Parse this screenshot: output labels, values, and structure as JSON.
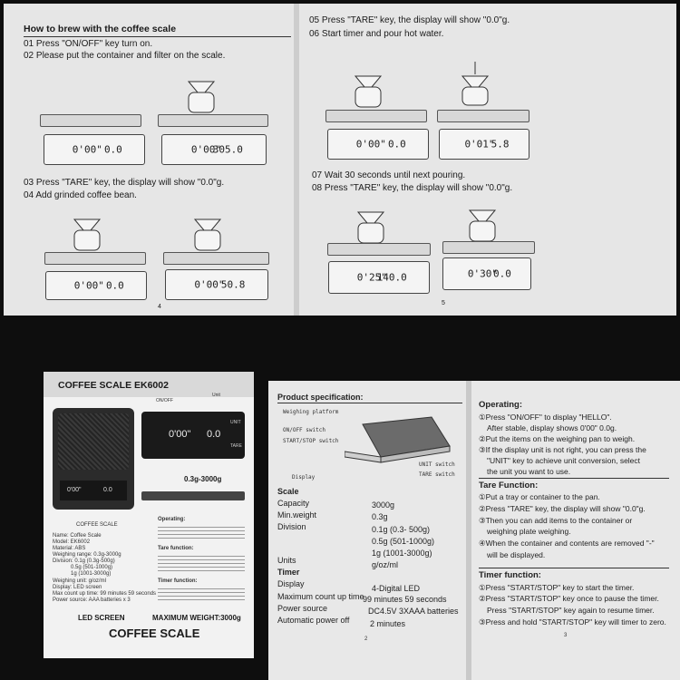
{
  "top_left_page": {
    "heading": "How to brew with the coffee scale",
    "steps": [
      "01 Press \"ON/OFF\" key turn on.",
      "02 Please put the container and filter on the scale.",
      "03 Press \"TARE\" key, the display will show \"0.0\"g.",
      "04 Add grinded coffee bean."
    ],
    "displays": [
      {
        "left": "0'00\"",
        "right": "0.0"
      },
      {
        "left": "0'00\"",
        "right": "305.0"
      },
      {
        "left": "0'00\"",
        "right": "0.0"
      },
      {
        "left": "0'00\"",
        "right": "50.8"
      }
    ],
    "page_number": "4"
  },
  "top_right_page": {
    "steps": [
      "05 Press \"TARE\" key, the display will show \"0.0\"g.",
      "06 Start timer and pour hot water.",
      "07 Wait 30 seconds until next pouring.",
      "08 Press \"TARE\" key, the display will show \"0.0\"g."
    ],
    "displays": [
      {
        "left": "0'00\"",
        "right": "0.0"
      },
      {
        "left": "0'01\"",
        "right": "5.8"
      },
      {
        "left": "0'25\"",
        "right": "140.0"
      },
      {
        "left": "0'30\"",
        "right": "0.0"
      }
    ],
    "page_number": "5"
  },
  "box": {
    "title": "COFFEE SCALE EK6002",
    "range": "0.3g-3000g",
    "panel_labels": [
      "ON/OFF",
      "Unit",
      "UNIT",
      "TARE"
    ],
    "lcd_left": "0'00\"",
    "lcd_right": "0.0",
    "small_lcd_left": "0'00\"",
    "small_lcd_right": "0.0",
    "small_label": "COFFEE SCALE",
    "footer_left": "LED SCREEN",
    "footer_right": "MAXIMUM WEIGHT:3000g",
    "footer_big": "COFFEE SCALE",
    "spec_lines": [
      "Name: Coffee Scale",
      "Model: EK6002",
      "Material: ABS",
      "Weighing range: 0.3g-3000g",
      "Division: 0.1g (0.3g-500g)",
      "0.5g (501-1000g)",
      "1g (1001-3000g)",
      "Weighing unit: g/oz/ml",
      "Display: LED screen",
      "Max count up time: 99 minutes 59 seconds",
      "Power source: AAA batteries x 3"
    ],
    "right_headings": [
      "Operating:",
      "Tare function:",
      "Timer function:"
    ]
  },
  "manual_left": {
    "heading": "Product specification:",
    "callouts": [
      "Weighing platform",
      "ON/OFF switch",
      "START/STOP switch",
      "Display",
      "UNIT switch",
      "TARE switch"
    ],
    "specs": {
      "scale_label": "Scale",
      "capacity_label": "Capacity",
      "capacity_value": "3000g",
      "minweight_label": "Min.weight",
      "minweight_value": "0.3g",
      "division_label": "Division",
      "division_values": [
        "0.1g (0.3- 500g)",
        "0.5g (501-1000g)",
        "1g (1001-3000g)"
      ],
      "units_label": "Units",
      "units_value": "g/oz/ml",
      "timer_label": "Timer",
      "display_label": "Display",
      "display_value": "4-Digital LED",
      "maxcount_label": "Maximum count up time",
      "maxcount_value": "99 minutes 59 seconds",
      "power_label": "Power source",
      "power_value": "DC4.5V 3XAAA batteries",
      "autooff_label": "Automatic power off",
      "autooff_value": "2 minutes"
    },
    "page_number": "2"
  },
  "manual_right": {
    "operating_heading": "Operating:",
    "operating": [
      "①Press \"ON/OFF\" to display \"HELLO\".",
      "After stable, display shows 0'00\" 0.0g.",
      "②Put the items on the weighing pan to weigh.",
      "③If the display unit is not right, you can press the",
      "\"UNIT\" key to achieve unit conversion, select",
      "the unit you want to use."
    ],
    "tare_heading": "Tare Function:",
    "tare": [
      "①Put a tray or container to the pan.",
      "②Press \"TARE\" key, the display will show \"0.0\"g.",
      "③Then you can add items to the container or",
      "weighing plate weighing.",
      "④When the container and contents are removed \"-\"",
      "will be displayed."
    ],
    "timer_heading": "Timer function:",
    "timer": [
      "①Press \"START/STOP\" key to start the timer.",
      "②Press \"START/STOP\" key once to pause the timer.",
      "Press \"START/STOP\" key again to resume timer.",
      "③Press and hold \"START/STOP\" key will timer to zero."
    ],
    "page_number": "3"
  }
}
